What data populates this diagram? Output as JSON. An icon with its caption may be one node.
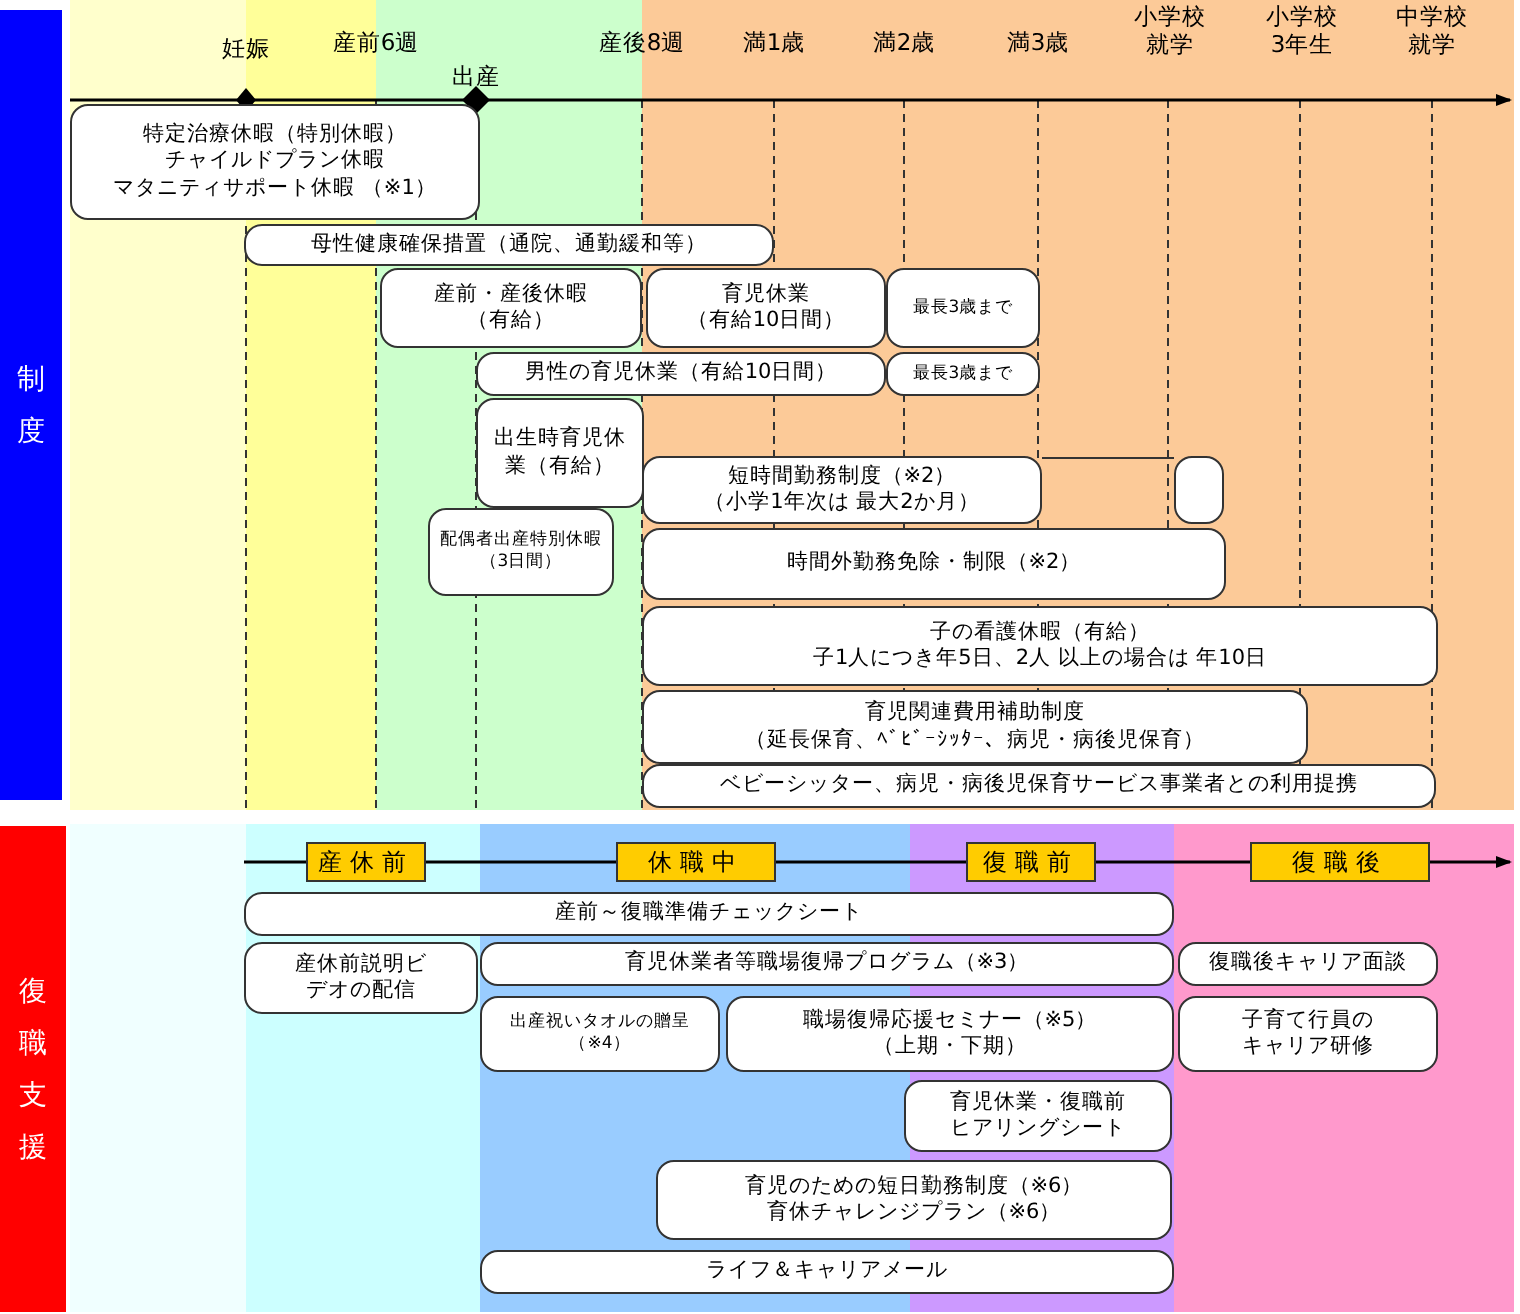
{
  "diagram": {
    "nodes": [
      {
        "text": [
          "制度"
        ]
      },
      {
        "text": [
          "特定治療休暇（特別休暇）",
          "チャイルドプラン休暇",
          "マタニティサポート休暇 （※1）"
        ]
      },
      {
        "text": [
          "母性健康確保措置（通院、通勤緩和等）"
        ]
      },
      {
        "text": [
          "産前・産後休暇",
          "（有給）"
        ]
      },
      {
        "text": [
          "育児休業",
          "（有給10日間）"
        ]
      },
      {
        "text": [
          "最長3歳まで"
        ]
      },
      {
        "text": [
          "男性の育児休業（有給10日間）"
        ]
      },
      {
        "text": [
          "最長3歳まで"
        ]
      },
      {
        "text": [
          "出生時育児休業（有給）"
        ]
      },
      {
        "text": [
          "短時間勤務制度（※2）",
          "（小学1年次は 最大2か月）"
        ]
      },
      {
        "text": [],
        "shape": "box"
      },
      {
        "text": [
          "配偶者出産特別休暇",
          "（3日間）"
        ]
      },
      {
        "text": [
          "時間外勤務免除・制限（※2）"
        ]
      },
      {
        "text": [
          "子の看護休暇（有給）",
          "子1人につき年5日、2人 以上の場合は 年10日"
        ]
      },
      {
        "text": [
          "育児関連費用補助制度",
          "（延長保育、ﾍﾞﾋﾞｰｼｯﾀｰ、病児・病後児保育）"
        ]
      },
      {
        "text": [
          "ベビーシッター、病児・病後児保育サービス事業者との利用提携"
        ]
      },
      {
        "text": [
          "復職支援"
        ]
      },
      {
        "text": [
          "産休前"
        ]
      },
      {
        "text": [
          "休職中"
        ]
      },
      {
        "text": [
          "復職前"
        ]
      },
      {
        "text": [
          "復職後"
        ]
      },
      {
        "text": [
          "産前～復職準備チェックシート"
        ]
      },
      {
        "text": [
          "産休前説明ビデオの配信"
        ]
      },
      {
        "text": [
          "育児休業者等職場復帰プログラム（※3）"
        ]
      },
      {
        "text": [
          "復職後キャリア面談"
        ]
      },
      {
        "text": [
          "出産祝いタオルの贈呈（※4）"
        ]
      },
      {
        "text": [
          "職場復帰応援セミナー（※5）",
          "（上期・下期）"
        ]
      },
      {
        "text": [
          "子育て行員のキャリア研修"
        ]
      },
      {
        "text": [
          "育児休業・復職前",
          "ヒアリングシート"
        ]
      },
      {
        "text": [
          "育児のための短日勤務制度（※6）",
          "育休チャレンジプラン（※6）"
        ]
      },
      {
        "text": [
          "ライフ＆キャリアメール"
        ]
      }
    ],
    "edges": [
      {
        "from": 9,
        "to": 10,
        "arrow": "none"
      }
    ],
    "labels": [
      "妊娠",
      "産前6週",
      "出産",
      "産後8週",
      "満1歳",
      "満2歳",
      "満3歳",
      "小学校就学",
      "小学校3年生",
      "中学校就学"
    ]
  }
}
